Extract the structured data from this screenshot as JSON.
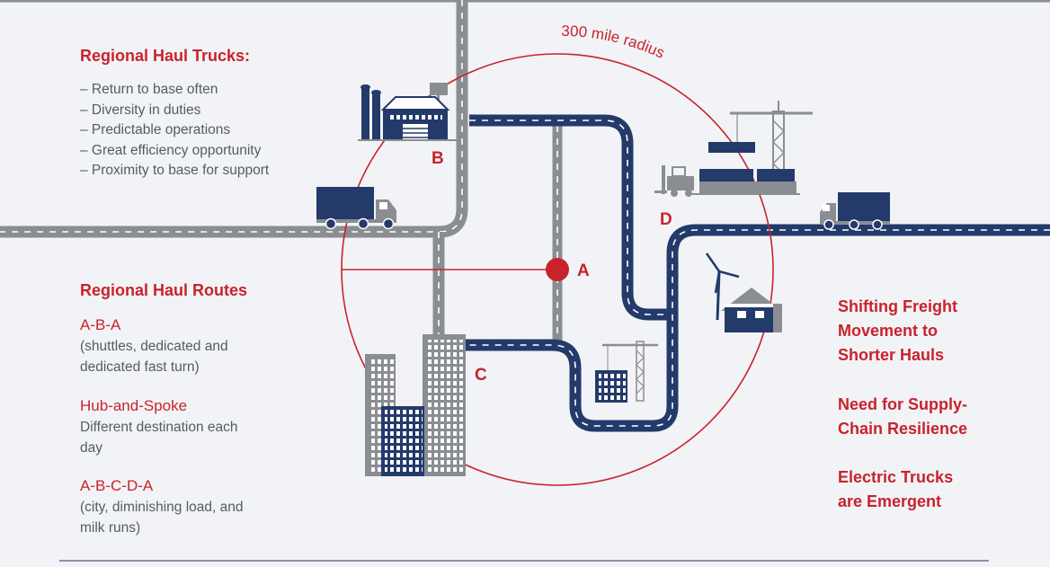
{
  "trucks": {
    "heading": "Regional Haul Trucks:",
    "items": [
      "– Return to base often",
      "– Diversity in duties",
      "– Predictable operations",
      "– Great efficiency opportunity",
      "– Proximity to base for support"
    ]
  },
  "routes": {
    "heading": "Regional Haul Routes",
    "list": [
      {
        "title": "A-B-A",
        "desc": "(shuttles, dedicated and dedicated fast turn)"
      },
      {
        "title": "Hub-and-Spoke",
        "desc": "Different destination each day"
      },
      {
        "title": "A-B-C-D-A",
        "desc": "(city, diminishing load, and milk runs)"
      }
    ]
  },
  "diagram": {
    "radius_label": "300 mile radius",
    "points": {
      "a": "A",
      "b": "B",
      "c": "C",
      "d": "D"
    }
  },
  "callouts": [
    "Shifting Freight Movement to Shorter Hauls",
    "Need for Supply-Chain Resilience",
    "Electric Trucks are Emergent"
  ],
  "colors": {
    "accent": "#c8232c",
    "navy": "#233a6a",
    "road_gray": "#8a8d91",
    "text_gray": "#555b63",
    "background": "#f2f3f6"
  }
}
